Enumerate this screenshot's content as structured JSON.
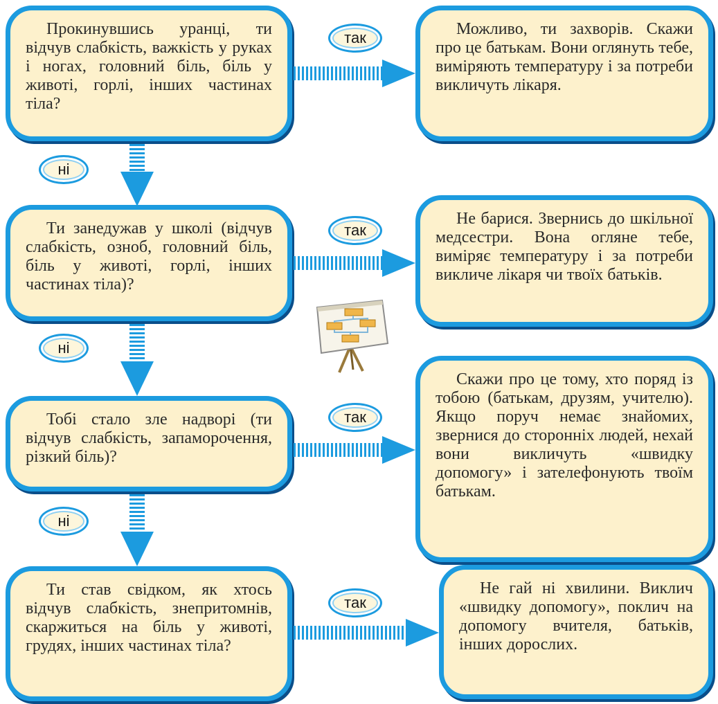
{
  "yes_label": "так",
  "no_label": "ні",
  "questions": [
    {
      "text": "Прокинувшись уранці, ти відчув слабкість, важкість у руках і ногах, головний біль, біль у животі, горлі, інших частинах тіла?"
    },
    {
      "text": "Ти занедужав у школі (відчув слабкість, озноб, головний біль, біль у животі, горлі, інших частинах тіла)?"
    },
    {
      "text": "Тобі стало зле надворі (ти відчув слабкість, запаморочення, різкий біль)?"
    },
    {
      "text": "Ти став свідком, як хтось відчув слабкість, знепритомнів, скаржиться на біль у животі, грудях, інших частинах тіла?"
    }
  ],
  "answers": [
    {
      "text": "Можливо, ти захворів. Скажи про це батькам. Вони оглянуть тебе, виміряють температуру і за потреби викличуть лікаря."
    },
    {
      "text": "Не барися. Звернись до шкільної медсестри. Вона огляне тебе, виміряє температуру і за потреби викличе лікаря чи твоїх батьків."
    },
    {
      "text": "Скажи про це тому, хто поряд із тобою (батькам, друзям, учителю). Якщо поруч немає знайомих, звернися до сторонніх людей, нехай вони викличуть «швидку допомогу» і зателефонують твоїм батькам."
    },
    {
      "text": "Не гай ні хвилини. Виклич «швидку допомогу», поклич на допомогу вчителя, батьків, інших дорослих."
    }
  ],
  "colors": {
    "box_fill": "#fdf1cc",
    "box_border": "#1c9bdf",
    "arrow": "#1c9bdf"
  },
  "icons": {
    "decoration": "flowchart-easel-icon"
  }
}
